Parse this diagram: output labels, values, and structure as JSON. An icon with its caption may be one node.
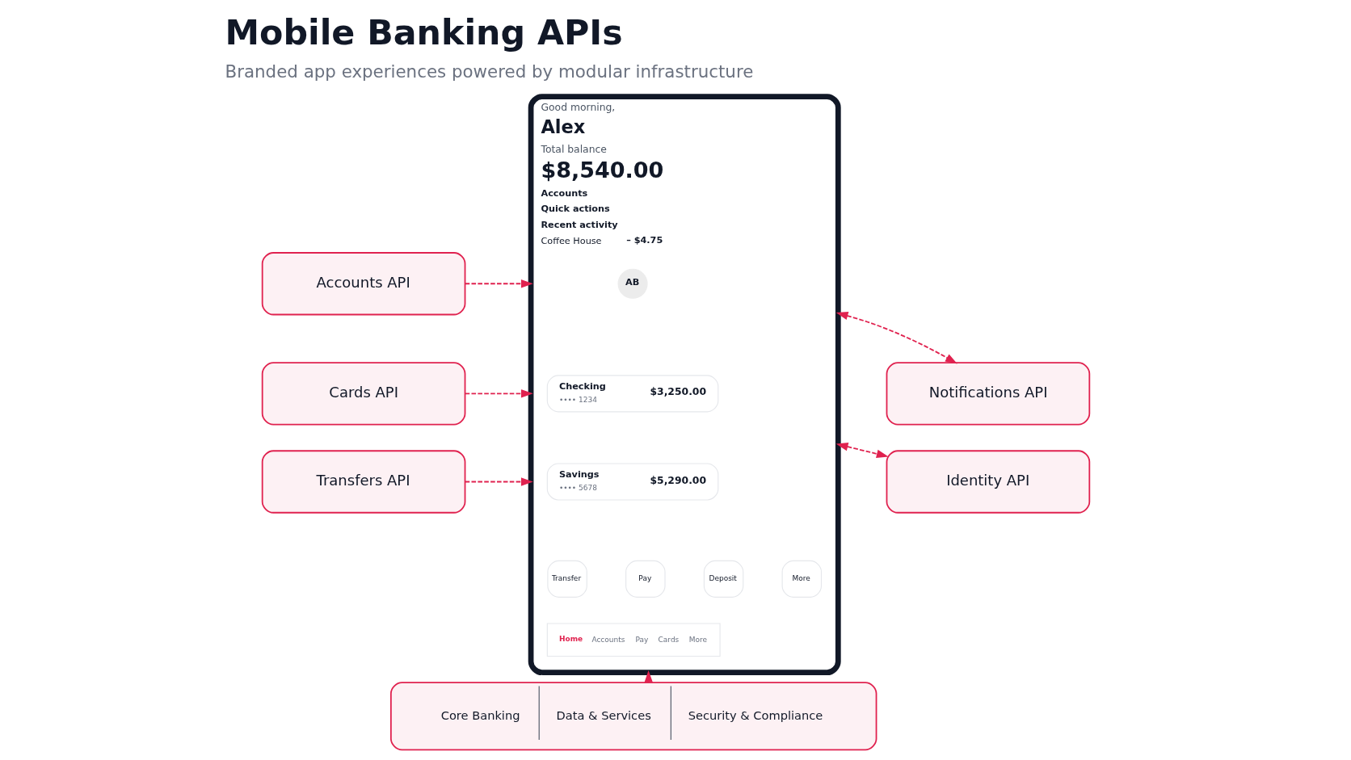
{
  "diagram": {
    "title": "Mobile Banking APIs",
    "caption": "Branded app experiences powered by modular infrastructure",
    "nodes": [
      {
        "text": [
          "Accounts API"
        ]
      },
      {
        "text": [
          "Cards API"
        ]
      },
      {
        "text": [
          "Transfers API"
        ]
      },
      {
        "text": [
          "Good morning,",
          "Alex",
          "Total balance",
          "$8,540.00",
          "Accounts",
          "Quick actions",
          "Recent activity",
          "Coffee House",
          "– $4.75"
        ]
      },
      {
        "text": [
          "AB"
        ],
        "in": 3
      },
      {
        "text": [
          "Checking",
          "•••• 1234",
          "$3,250.00"
        ],
        "in": 3
      },
      {
        "text": [
          "Savings",
          "•••• 5678",
          "$5,290.00"
        ],
        "in": 3
      },
      {
        "text": [
          "Transfer"
        ],
        "in": 3
      },
      {
        "text": [
          "Pay"
        ],
        "in": 3
      },
      {
        "text": [
          "Deposit"
        ],
        "in": 3
      },
      {
        "text": [
          "More"
        ],
        "in": 3
      },
      {
        "text": [
          "Home",
          "Accounts",
          "Pay",
          "Cards",
          "More"
        ],
        "in": 3
      },
      {
        "text": [
          "Notifications API"
        ]
      },
      {
        "text": [
          "Identity API"
        ]
      },
      {
        "text": [
          "Core Banking",
          "Data & Services",
          "Security & Compliance"
        ]
      }
    ],
    "edges": [
      {
        "from": 0,
        "to": 3,
        "arrow": "to",
        "style": "dashed"
      },
      {
        "from": 1,
        "to": 3,
        "arrow": "to",
        "style": "dashed"
      },
      {
        "from": 2,
        "to": 3,
        "arrow": "to",
        "style": "dashed"
      },
      {
        "from": 3,
        "to": 12,
        "arrow": "both",
        "style": "dashed"
      },
      {
        "from": 3,
        "to": 13,
        "arrow": "both",
        "style": "dashed"
      },
      {
        "from": 14,
        "to": 3,
        "arrow": "to",
        "style": "dashed"
      }
    ]
  }
}
